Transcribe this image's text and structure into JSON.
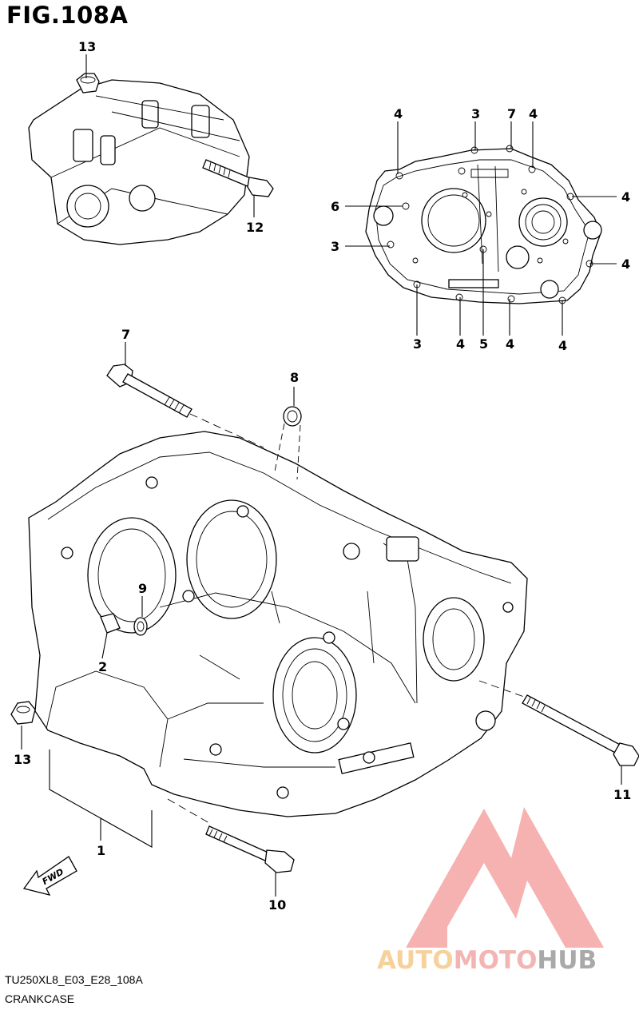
{
  "figure": {
    "title": "FIG.108A",
    "code": "TU250XL8_E03_E28_108A",
    "caption": "CRANKCASE",
    "fwd_label": "FWD"
  },
  "callouts": {
    "c13a": "13",
    "c12": "12",
    "c4a": "4",
    "c3a": "3",
    "c7a": "7",
    "c4b": "4",
    "c4c": "4",
    "c6": "6",
    "c3b": "3",
    "c4d": "4",
    "c3c": "3",
    "c4e": "4",
    "c5": "5",
    "c4f": "4",
    "c4g": "4",
    "c7b": "7",
    "c8": "8",
    "c9": "9",
    "c2": "2",
    "c13b": "13",
    "c1": "1",
    "c10": "10",
    "c11": "11"
  },
  "logo": {
    "part1": "AUTO",
    "part2": "MOTO",
    "part3": "HUB"
  }
}
